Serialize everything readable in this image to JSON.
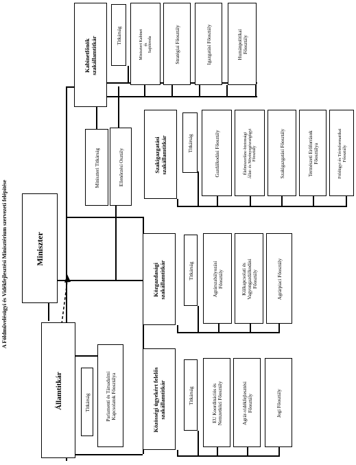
{
  "title": "A Földművelésügyi és Vidékfejlesztési Minisztérium szervezeti felépítése",
  "nodes": {
    "miniszter": "Miniszter",
    "allamtitkar": "Államtitkár",
    "allamtitkar_titkarsag": "Titkárság",
    "parlamenti": "Parlamenti és Társadalmi\nKapcsolatok Főosztálya",
    "kozossegi": "Közösségi ügyekért felelős\nszakállamtitkár",
    "kozossegi_titkarsag": "Titkárság",
    "eu_koord": "EU Koordinációs és\nNemzetközi Főosztály",
    "agrar_videk": "Agrár-vidékfejlesztési\nFőosztály",
    "jogi": "Jogi Főosztály",
    "kozgazdasagi": "Közgazdasági\nszakállamtitkár",
    "kozgazd_titkarsag": "Titkárság",
    "agrarszab": "Agrárszabályozási\nFőosztály",
    "kulgazd": "Külkapcsolati és\nVagyongazdálkodási\nFőosztály",
    "agrarpiaci": "Agrárpiaci Főosztály",
    "szakigazgatasi": "Szakigazgatási\nszakállamtitkár",
    "szakig_titkarsag": "Titkárság",
    "gazdalkodasi": "Gazdálkodási Főosztály",
    "elelmiszerlanc": "Élelmiszerlánc-biztonsági\nÁllat- és Növényegészségügyi\nFőosztály",
    "szakigazgatasi_fo": "Szakigazgatási Főosztály",
    "termeszeti": "Természeti Erőforrások\nFőosztálya",
    "foldugyi": "Földügyi és Térinformatikai\nFőosztály",
    "miniszteri_titkarsag": "Miniszteri Titkárság",
    "ellenorzesi": "Ellenőrzési Osztály",
    "kabinetfonok": "Kabinetfőnök\nszakállamtitkár",
    "kabinet_titkarsag": "Titkárság",
    "miniszteri_kabinet": "Miniszteri Kabinet\nés\nSajtóiroda",
    "strategiai": "Stratégiai Főosztály",
    "igazgatasi": "Igazgatási Főosztály",
    "humanpolitikai": "Humánpolitikai\nFőosztály"
  }
}
